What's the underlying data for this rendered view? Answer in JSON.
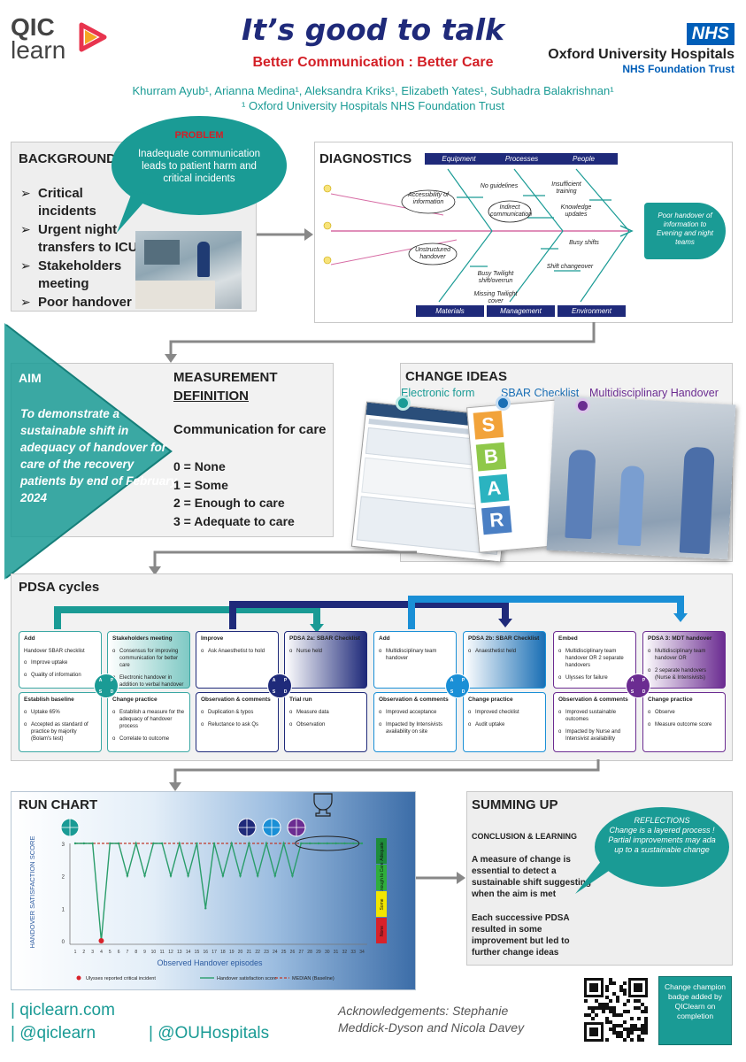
{
  "header": {
    "logo_line1": "QIC",
    "logo_line2": "learn",
    "title": "It’s good to talk",
    "subtitle": "Better Communication : Better Care",
    "authors": "Khurram Ayub¹, Arianna Medina¹, Aleksandra Kriks¹, Elizabeth Yates¹, Subhadra Balakrishnan¹",
    "affiliation": "¹ Oxford University Hospitals NHS Foundation Trust",
    "nhs_badge": "NHS",
    "org_name": "Oxford University Hospitals",
    "org_trust": "NHS Foundation Trust"
  },
  "background": {
    "title": "BACKGROUND",
    "bubble_title": "PROBLEM",
    "bubble_text": "Inadequate communication leads to patient harm and critical incidents",
    "bullets": [
      "Critical incidents",
      "Urgent night transfers to ICU",
      "Stakeholders meeting",
      "Poor handover"
    ]
  },
  "diagnostics": {
    "title": "DIAGNOSTICS",
    "top_heads": [
      "Equipment",
      "Processes",
      "People"
    ],
    "bottom_heads": [
      "Materials",
      "Management",
      "Environment"
    ],
    "causes": [
      "Accessibility of information",
      "No guidelines",
      "Indirect communication",
      "Insufficient training",
      "Knowledge updates",
      "Unstructured handover",
      "Busy Twilight shift/overrun",
      "Missing Twilight cover",
      "Busy shifts",
      "Shift changeover"
    ],
    "effect": "Poor handover of information to Evening and night teams"
  },
  "aim": {
    "title": "AIM",
    "text": "To demonstrate a sustainable shift in adequacy of handover for care of the recovery patients by end of February 2024",
    "mdef_title_1": "MEASUREMENT",
    "mdef_title_2": "DEFINITION",
    "mdef_subtitle": "Communication for care",
    "scale": [
      "0 = None",
      "1 = Some",
      "2 = Enough to care",
      "3 = Adequate to care"
    ]
  },
  "change_ideas": {
    "title": "CHANGE IDEAS",
    "ideas": [
      "Electronic form",
      "SBAR Checklist",
      "Multidisciplinary Handover"
    ],
    "sbar": [
      "S",
      "B",
      "A",
      "R"
    ],
    "colors": [
      "#1a9b95",
      "#1a6fb5",
      "#6b2c91"
    ]
  },
  "pdsa": {
    "title": "PDSA cycles",
    "disc_letters": [
      "A",
      "P",
      "S",
      "D"
    ],
    "cards": [
      {
        "h": "Add",
        "items": [
          "Improve uptake",
          "Quality of information"
        ],
        "pre": "Handover SBAR checklist"
      },
      {
        "h": "Stakeholders meeting",
        "items": [
          "Consensus for improving communication for better care",
          "Electronic handover in addition to verbal handover"
        ],
        "pre": ""
      },
      {
        "h": "Establish baseline",
        "items": [
          "Uptake 65%",
          "Accepted as standard of practice by majority (Bolam's test)"
        ],
        "pre": ""
      },
      {
        "h": "Change practice",
        "items": [
          "Establish a measure for the adequacy of handover process",
          "Correlate to outcome"
        ],
        "pre": ""
      },
      {
        "h": "Improve",
        "items": [
          "Ask Anaesthetist to hold"
        ],
        "pre": ""
      },
      {
        "h": "PDSA 2a: SBAR Checklist",
        "items": [
          "Nurse held"
        ],
        "pre": ""
      },
      {
        "h": "Observation & comments",
        "items": [
          "Duplication & typos",
          "Reluctance to ask Qs"
        ],
        "pre": ""
      },
      {
        "h": "Trial run",
        "items": [
          "Measure data",
          "Observation"
        ],
        "pre": ""
      },
      {
        "h": "Add",
        "items": [
          "Multidisciplinary team handover"
        ],
        "pre": ""
      },
      {
        "h": "PDSA 2b: SBAR Checklist",
        "items": [
          "Anaesthetist held"
        ],
        "pre": ""
      },
      {
        "h": "Observation & comments",
        "items": [
          "Improved acceptance",
          "Impacted by Intensivists availability on site"
        ],
        "pre": ""
      },
      {
        "h": "Change practice",
        "items": [
          "Improved checklist",
          "Audit uptake"
        ],
        "pre": ""
      },
      {
        "h": "Embed",
        "items": [
          "Multidisciplinary team handover OR 2 separate handovers",
          "Ulysses for failure"
        ],
        "pre": ""
      },
      {
        "h": "PDSA 3: MDT handover",
        "items": [
          "Multidisciplinary team handover OR",
          "2 separate handovers (Nurse & Intensivists)"
        ],
        "pre": ""
      },
      {
        "h": "Observation & comments",
        "items": [
          "Improved sustainable outcomes",
          "Impacted by Nurse and Intensivist availability"
        ],
        "pre": ""
      },
      {
        "h": "Change practice",
        "items": [
          "Observe",
          "Measure outcome score"
        ],
        "pre": ""
      }
    ]
  },
  "run_chart": {
    "title": "RUN CHART"
  },
  "chart_data": {
    "type": "line",
    "x": [
      1,
      2,
      3,
      4,
      5,
      6,
      7,
      8,
      9,
      10,
      11,
      12,
      13,
      14,
      15,
      16,
      17,
      18,
      19,
      20,
      21,
      22,
      23,
      24,
      25,
      26,
      27,
      28,
      29,
      30,
      31,
      32,
      33,
      34
    ],
    "series": [
      {
        "name": "Handover satisfaction score",
        "values": [
          3,
          3,
          3,
          0,
          3,
          3,
          2,
          3,
          2,
          3,
          3,
          2,
          3,
          2,
          3,
          1,
          3,
          2,
          3,
          2,
          3,
          2,
          3,
          2,
          3,
          2,
          3,
          3,
          3,
          3,
          3,
          3,
          3,
          3
        ]
      },
      {
        "name": "MEDIAN (Baseline)",
        "values": [
          3,
          3,
          3,
          3,
          3,
          3,
          3,
          3,
          3,
          3,
          3,
          3,
          3,
          3,
          3,
          3,
          3,
          3,
          3,
          3,
          3,
          3,
          3,
          3,
          3,
          3,
          3,
          3,
          3,
          3,
          3,
          3,
          3,
          3
        ]
      }
    ],
    "critical_incidents": [
      {
        "x": 4,
        "y": 0,
        "name": "Ulysses reported critical incident"
      }
    ],
    "ylabel": "HANDOVER SATISFACTION SCORE",
    "xlabel": "Observed Handover episodes",
    "ylim": [
      0,
      3
    ],
    "y_ticks": [
      0,
      1,
      2,
      3
    ],
    "scale_bar": [
      "Adequate",
      "Enough to Care",
      "Some",
      "None"
    ],
    "scale_colors": [
      "#1e8c3a",
      "#2fae3c",
      "#f2e600",
      "#d8222a"
    ],
    "line_color": "#2a9d6a",
    "median_color": "#c0392b",
    "legend_position": "bottom"
  },
  "summing_up": {
    "title": "SUMMING UP",
    "heading": "CONCLUSION & LEARNING",
    "p1": "A measure of change is essential to detect a sustainable shift suggesting when the aim is met",
    "p2": "Each successive PDSA resulted in some improvement but led to further change ideas",
    "reflections_title": "REFLECTIONS",
    "reflections_text": "Change is a layered process ! Partial improvements may ada up to a sustainabie change"
  },
  "footer": {
    "link1": "| qiclearn.com",
    "link2": "| @qiclearn",
    "link3": "| @OUHospitals",
    "ack": "Acknowledgements: Stephanie Meddick-Dyson and Nicola Davey",
    "badge": "Change champion badge added by QIClearn on completion"
  }
}
